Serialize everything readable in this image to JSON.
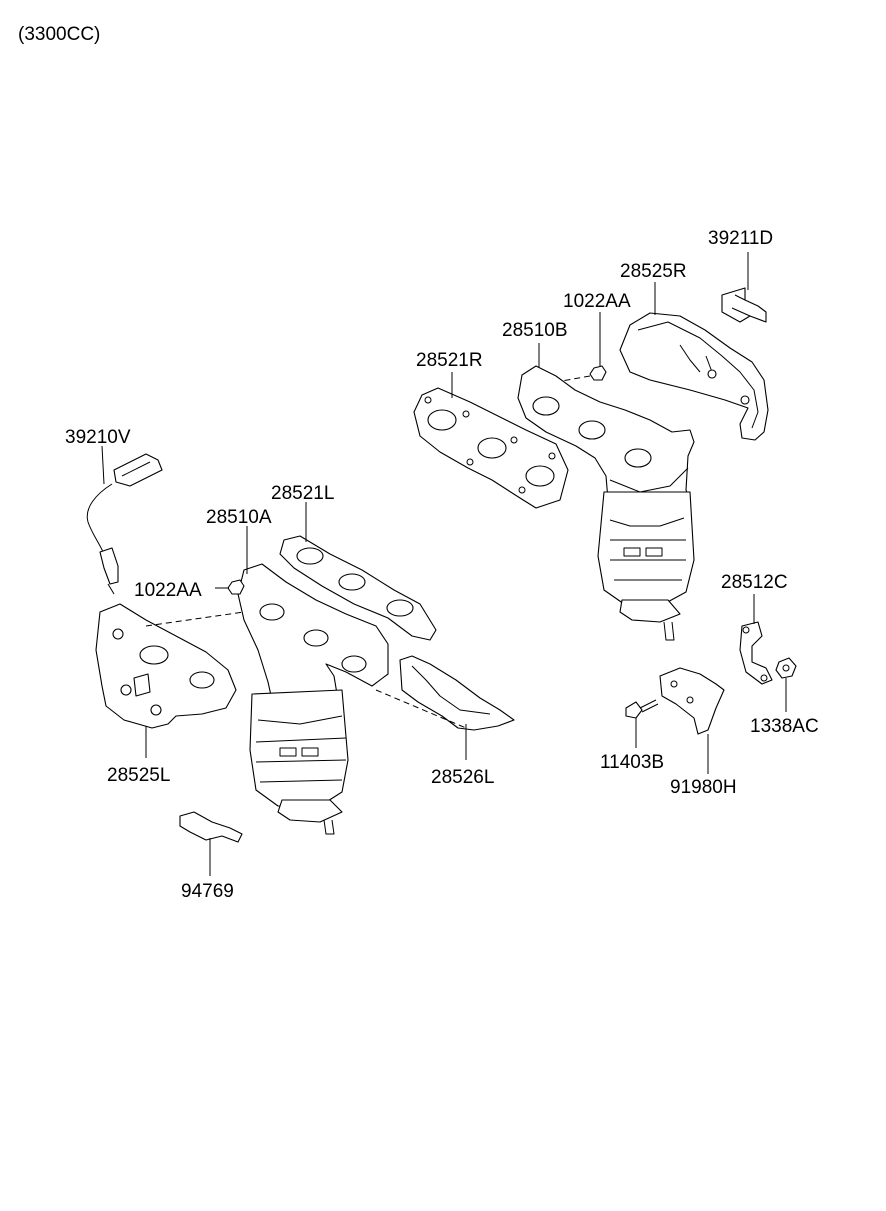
{
  "header": {
    "engine": "(3300CC)"
  },
  "parts": [
    {
      "id": "39211D"
    },
    {
      "id": "28525R"
    },
    {
      "id": "1022AA"
    },
    {
      "id": "28510B"
    },
    {
      "id": "28521R"
    },
    {
      "id": "39210V"
    },
    {
      "id": "28521L"
    },
    {
      "id": "28510A"
    },
    {
      "id": "1022AA"
    },
    {
      "id": "28525L"
    },
    {
      "id": "28526L"
    },
    {
      "id": "94769"
    },
    {
      "id": "28512C"
    },
    {
      "id": "1338AC"
    },
    {
      "id": "11403B"
    },
    {
      "id": "91980H"
    }
  ]
}
